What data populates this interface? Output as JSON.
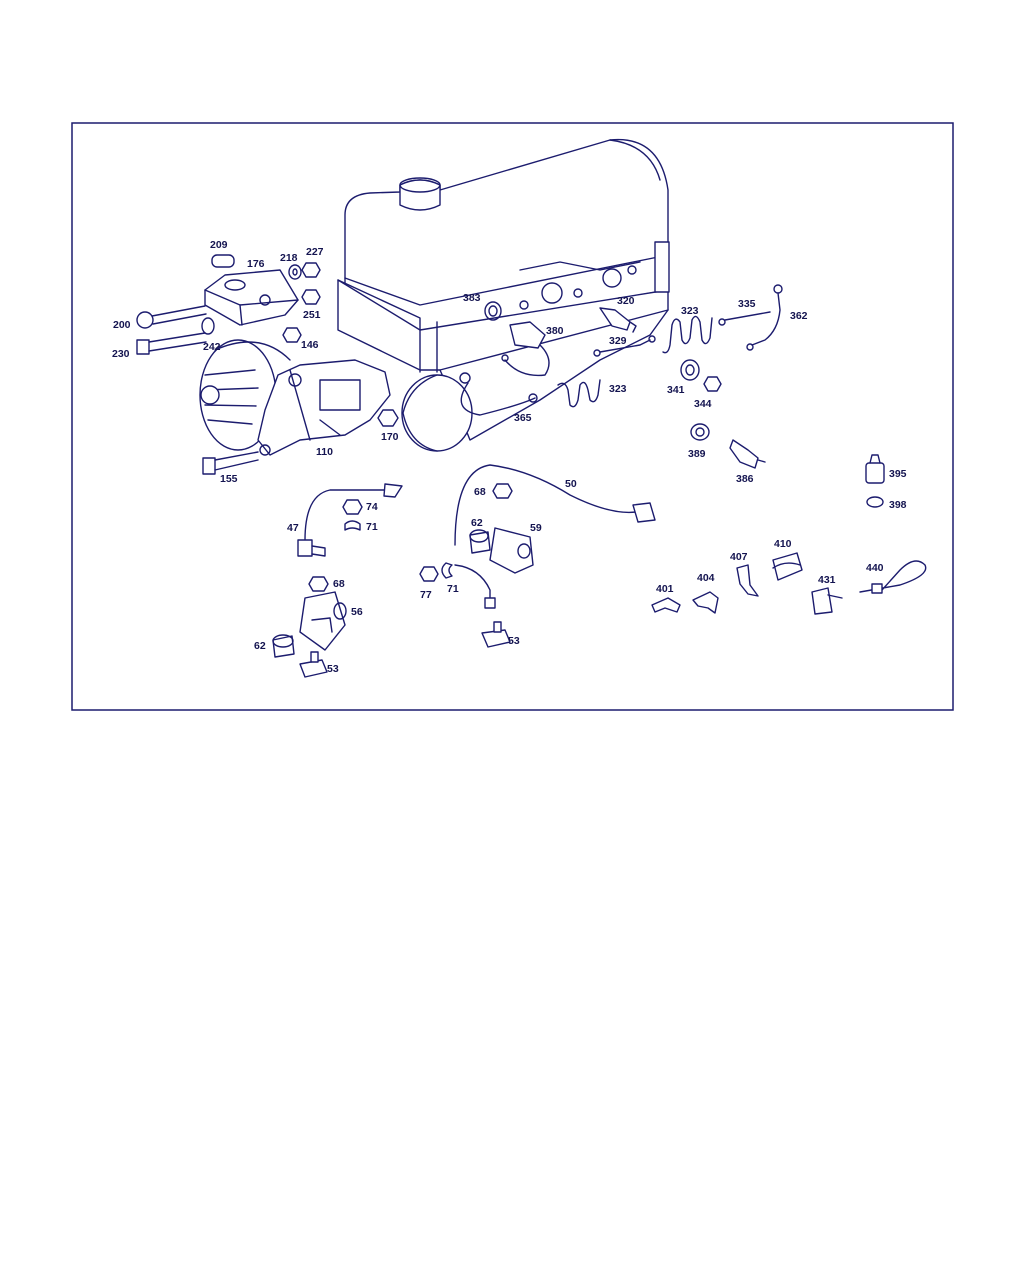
{
  "colors": {
    "line": "#1c1c6e",
    "label": "#141450",
    "background": "#ffffff"
  },
  "labels": [
    {
      "id": "l209",
      "text": "209"
    },
    {
      "id": "l176",
      "text": "176"
    },
    {
      "id": "l218",
      "text": "218"
    },
    {
      "id": "l227",
      "text": "227"
    },
    {
      "id": "l251",
      "text": "251"
    },
    {
      "id": "l200",
      "text": "200"
    },
    {
      "id": "l242",
      "text": "242"
    },
    {
      "id": "l230",
      "text": "230"
    },
    {
      "id": "l146",
      "text": "146"
    },
    {
      "id": "l383",
      "text": "383"
    },
    {
      "id": "l320",
      "text": "320"
    },
    {
      "id": "l323a",
      "text": "323"
    },
    {
      "id": "l335",
      "text": "335"
    },
    {
      "id": "l362",
      "text": "362"
    },
    {
      "id": "l380",
      "text": "380"
    },
    {
      "id": "l329",
      "text": "329"
    },
    {
      "id": "l323b",
      "text": "323"
    },
    {
      "id": "l341",
      "text": "341"
    },
    {
      "id": "l344",
      "text": "344"
    },
    {
      "id": "l365",
      "text": "365"
    },
    {
      "id": "l170",
      "text": "170"
    },
    {
      "id": "l110",
      "text": "110"
    },
    {
      "id": "l155",
      "text": "155"
    },
    {
      "id": "l389",
      "text": "389"
    },
    {
      "id": "l386",
      "text": "386"
    },
    {
      "id": "l395",
      "text": "395"
    },
    {
      "id": "l398",
      "text": "398"
    },
    {
      "id": "l50",
      "text": "50"
    },
    {
      "id": "l68a",
      "text": "68"
    },
    {
      "id": "l74",
      "text": "74"
    },
    {
      "id": "l47",
      "text": "47"
    },
    {
      "id": "l71a",
      "text": "71"
    },
    {
      "id": "l62a",
      "text": "62"
    },
    {
      "id": "l59",
      "text": "59"
    },
    {
      "id": "l68b",
      "text": "68"
    },
    {
      "id": "l56",
      "text": "56"
    },
    {
      "id": "l77",
      "text": "77"
    },
    {
      "id": "l71b",
      "text": "71"
    },
    {
      "id": "l53a",
      "text": "53"
    },
    {
      "id": "l62b",
      "text": "62"
    },
    {
      "id": "l53b",
      "text": "53"
    },
    {
      "id": "l410",
      "text": "410"
    },
    {
      "id": "l407",
      "text": "407"
    },
    {
      "id": "l404",
      "text": "404"
    },
    {
      "id": "l401",
      "text": "401"
    },
    {
      "id": "l431",
      "text": "431"
    },
    {
      "id": "l440",
      "text": "440"
    }
  ]
}
